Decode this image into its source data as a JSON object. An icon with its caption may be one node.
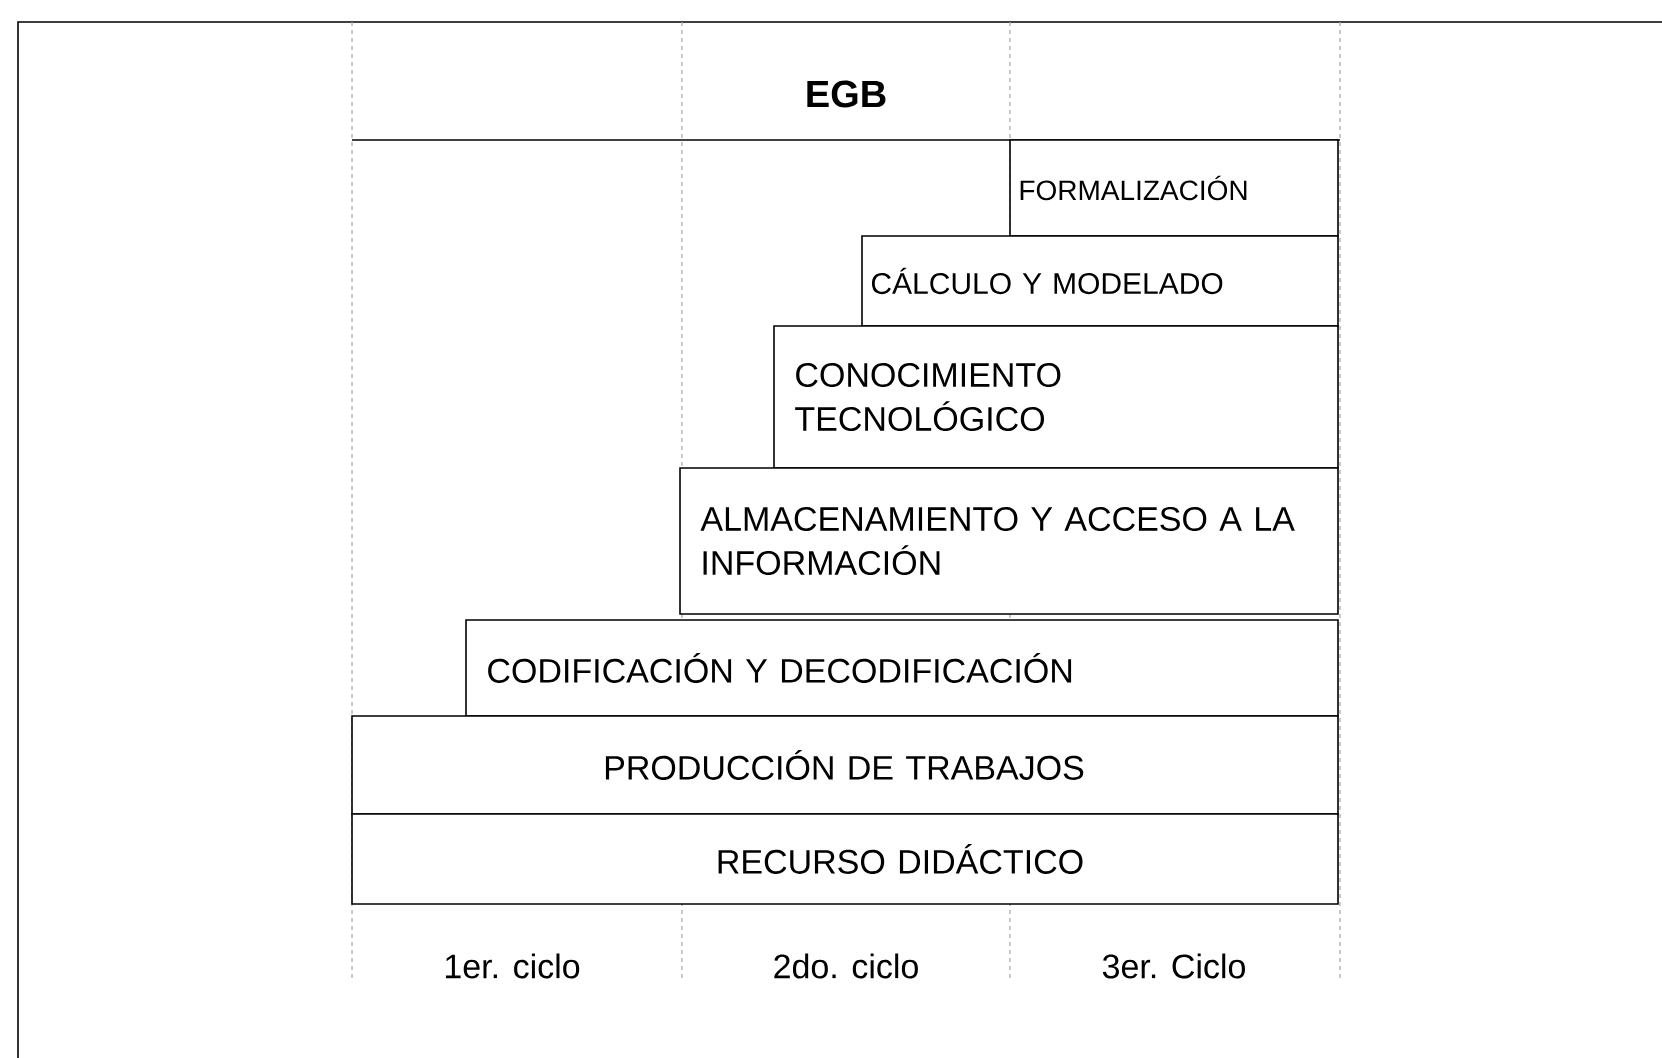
{
  "diagram": {
    "title": "EGB",
    "nodes": [
      {
        "text": [
          "FORMALIZACIÓN"
        ]
      },
      {
        "text": [
          "CÁLCULO Y MODELADO"
        ]
      },
      {
        "text": [
          "CONOCIMIENTO TECNOLÓGICO"
        ]
      },
      {
        "text": [
          "ALMACENAMIENTO Y ACCESO A LA INFORMACIÓN"
        ]
      },
      {
        "text": [
          "CODIFICACIÓN Y DECODIFICACIÓN"
        ]
      },
      {
        "text": [
          "PRODUCCIÓN DE TRABAJOS"
        ]
      },
      {
        "text": [
          "RECURSO DIDÁCTICO"
        ]
      }
    ],
    "labels": [
      "1er. ciclo",
      "2do. ciclo",
      "3er. Ciclo"
    ]
  }
}
